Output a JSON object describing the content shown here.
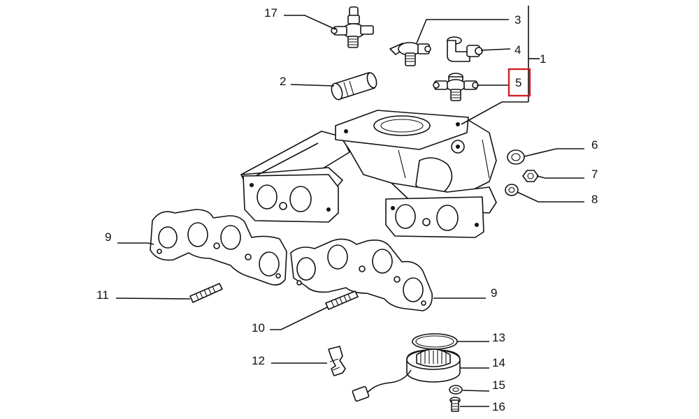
{
  "diagram": {
    "callouts": [
      {
        "id": "17",
        "label": "17"
      },
      {
        "id": "3",
        "label": "3"
      },
      {
        "id": "4",
        "label": "4"
      },
      {
        "id": "1",
        "label": "1"
      },
      {
        "id": "2",
        "label": "2"
      },
      {
        "id": "5",
        "label": "5"
      },
      {
        "id": "6",
        "label": "6"
      },
      {
        "id": "7",
        "label": "7"
      },
      {
        "id": "8",
        "label": "8"
      },
      {
        "id": "9a",
        "label": "9"
      },
      {
        "id": "9b",
        "label": "9"
      },
      {
        "id": "11",
        "label": "11"
      },
      {
        "id": "10",
        "label": "10"
      },
      {
        "id": "13",
        "label": "13"
      },
      {
        "id": "12",
        "label": "12"
      },
      {
        "id": "14",
        "label": "14"
      },
      {
        "id": "15",
        "label": "15"
      },
      {
        "id": "16",
        "label": "16"
      }
    ],
    "highlighted_callout": "5",
    "highlight_color": "#d0202a",
    "line_color": "#111111",
    "background_color": "#ffffff"
  }
}
